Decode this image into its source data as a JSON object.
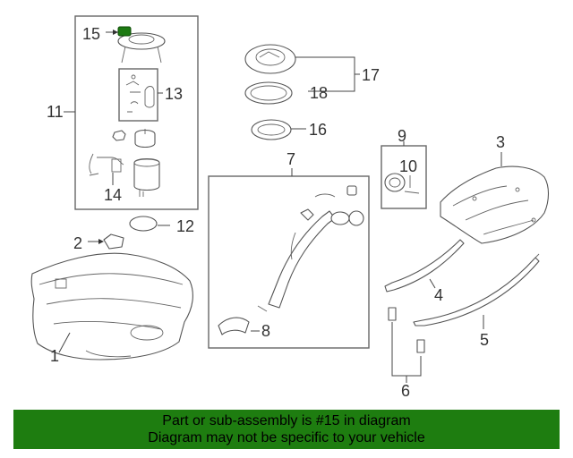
{
  "callouts": {
    "c1": "1",
    "c2": "2",
    "c3": "3",
    "c4": "4",
    "c5": "5",
    "c6": "6",
    "c7": "7",
    "c8": "8",
    "c9": "9",
    "c10": "10",
    "c11": "11",
    "c12": "12",
    "c13": "13",
    "c14": "14",
    "c15": "15",
    "c16": "16",
    "c17": "17",
    "c18": "18"
  },
  "highlight_part": "15",
  "highlight_color": "#1d7a12",
  "banner": {
    "line1": "Part or sub-assembly is #15 in diagram",
    "line2": "Diagram may not be specific to your vehicle",
    "color": "#1e7d10"
  }
}
